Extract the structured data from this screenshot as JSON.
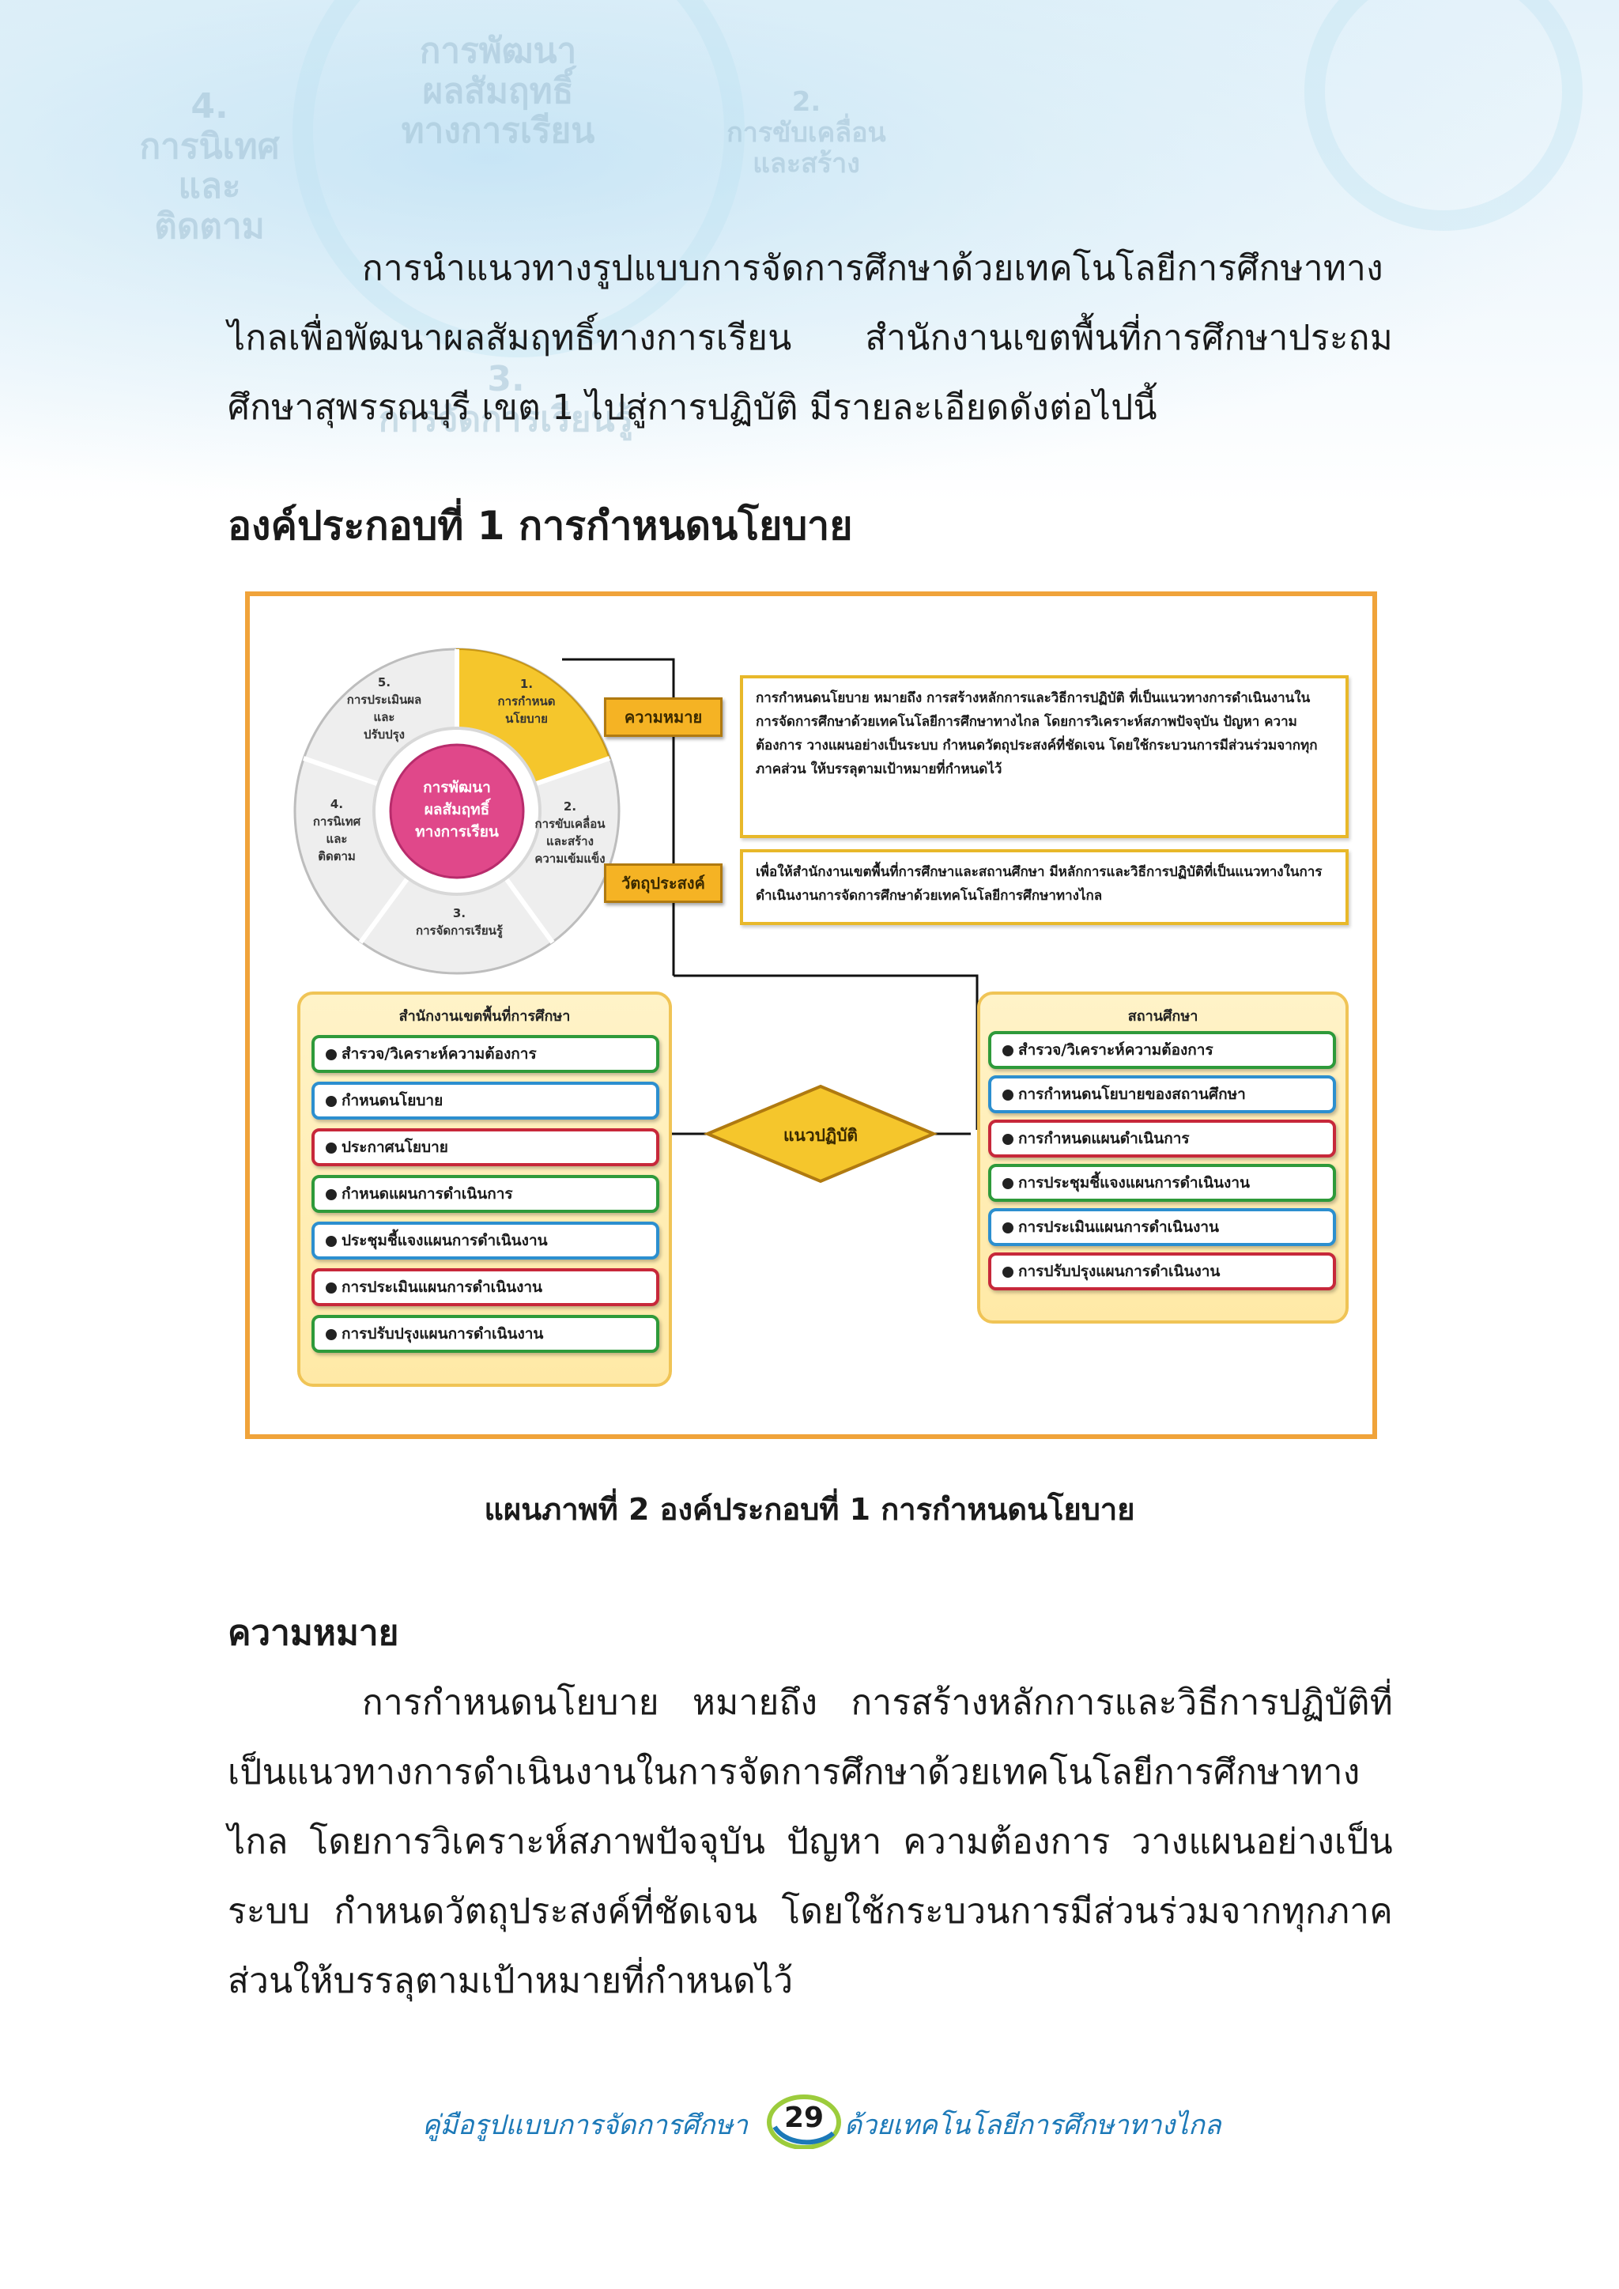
{
  "background_ghost": {
    "center": "การพัฒนา\nผลสัมฤทธิ์\nทางการเรียน",
    "left": "4.\nการนิเทศ\nและ\nติดตาม",
    "right": "2.\nการขับเคลื่อน\nและสร้าง",
    "bottom": "3.\nการจัดการเรียนรู้"
  },
  "intro_paragraph": "การนำแนวทางรูปแบบการจัดการศึกษาด้วยเทคโนโลยีการศึกษาทางไกลเพื่อพัฒนาผลสัมฤทธิ์ทางการเรียน สำนักงานเขตพื้นที่การศึกษาประถมศึกษาสุพรรณบุรี เขต 1 ไปสู่การปฏิบัติ มีรายละเอียดดังต่อไปนี้",
  "section_heading": "องค์ประกอบที่ 1  การกำหนดนโยบาย",
  "figure": {
    "wheel": {
      "hub": "การพัฒนา\nผลสัมฤทธิ์\nทางการเรียน",
      "seg1": "1.\nการกำหนด\nนโยบาย",
      "seg2": "2.\nการขับเคลื่อน\nและสร้าง\nความเข้มแข็ง",
      "seg3": "3.\nการจัดการเรียนรู้",
      "seg4": "4.\nการนิเทศ\nและ\nติดตาม",
      "seg5": "5.\nการประเมินผล\nและ\nปรับปรุง"
    },
    "meaning_label": "ความหมาย",
    "meaning_text": "การกำหนดนโยบาย หมายถึง การสร้างหลักการและวิธีการปฏิบัติ ที่เป็นแนวทางการดำเนินงานในการจัดการศึกษาด้วยเทคโนโลยีการศึกษาทางไกล โดยการวิเคราะห์สภาพปัจจุบัน ปัญหา ความต้องการ วางแผนอย่างเป็นระบบ กำหนดวัตถุประสงค์ที่ชัดเจน โดยใช้กระบวนการมีส่วนร่วมจากทุกภาคส่วน ให้บรรลุตามเป้าหมายที่กำหนดไว้",
    "objective_label": "วัตถุประสงค์",
    "objective_text": "เพื่อให้สำนักงานเขตพื้นที่การศึกษาและสถานศึกษา มีหลักการและวิธีการปฏิบัติที่เป็นแนวทางในการดำเนินงานการจัดการศึกษาด้วยเทคโนโลยีการศึกษาทางไกล",
    "left_panel": {
      "title": "สำนักงานเขตพื้นที่การศึกษา",
      "steps": [
        "สำรวจ/วิเคราะห์ความต้องการ",
        "กำหนดนโยบาย",
        "ประกาศนโยบาย",
        "กำหนดแผนการดำเนินการ",
        "ประชุมชี้แจงแผนการดำเนินงาน",
        "การประเมินแผนการดำเนินงาน",
        "การปรับปรุงแผนการดำเนินงาน"
      ]
    },
    "right_panel": {
      "title": "สถานศึกษา",
      "steps": [
        "สำรวจ/วิเคราะห์ความต้องการ",
        "การกำหนดนโยบายของสถานศึกษา",
        "การกำหนดแผนดำเนินการ",
        "การประชุมชี้แจงแผนการดำเนินงาน",
        "การประเมินแผนการดำเนินงาน",
        "การปรับปรุงแผนการดำเนินงาน"
      ]
    },
    "diamond": "แนวปฏิบัติ",
    "colors": {
      "frame": "#f0a33a",
      "gold": "#f5b324",
      "hub": "#e0488a",
      "green": "#2e9a3a",
      "blue": "#2c8fcf",
      "red": "#c7283a"
    }
  },
  "caption": "แผนภาพที่ 2 องค์ประกอบที่ 1 การกำหนดนโยบาย",
  "meaning_heading": "ความหมาย",
  "meaning_paragraph": "การกำหนดนโยบาย หมายถึง การสร้างหลักการและวิธีการปฏิบัติที่เป็นแนวทางการดำเนินงานในการจัดการศึกษาด้วยเทคโนโลยีการศึกษาทางไกล โดยการวิเคราะห์สภาพปัจจุบัน ปัญหา ความต้องการ วางแผนอย่างเป็นระบบ กำหนดวัตถุประสงค์ที่ชัดเจน โดยใช้กระบวนการมีส่วนร่วมจากทุกภาคส่วนให้บรรลุตามเป้าหมายที่กำหนดไว้",
  "footer": {
    "left": "คู่มือรูปแบบการจัดการศึกษา",
    "page": "29",
    "right": "ด้วยเทคโนโลยีการศึกษาทางไกล"
  }
}
